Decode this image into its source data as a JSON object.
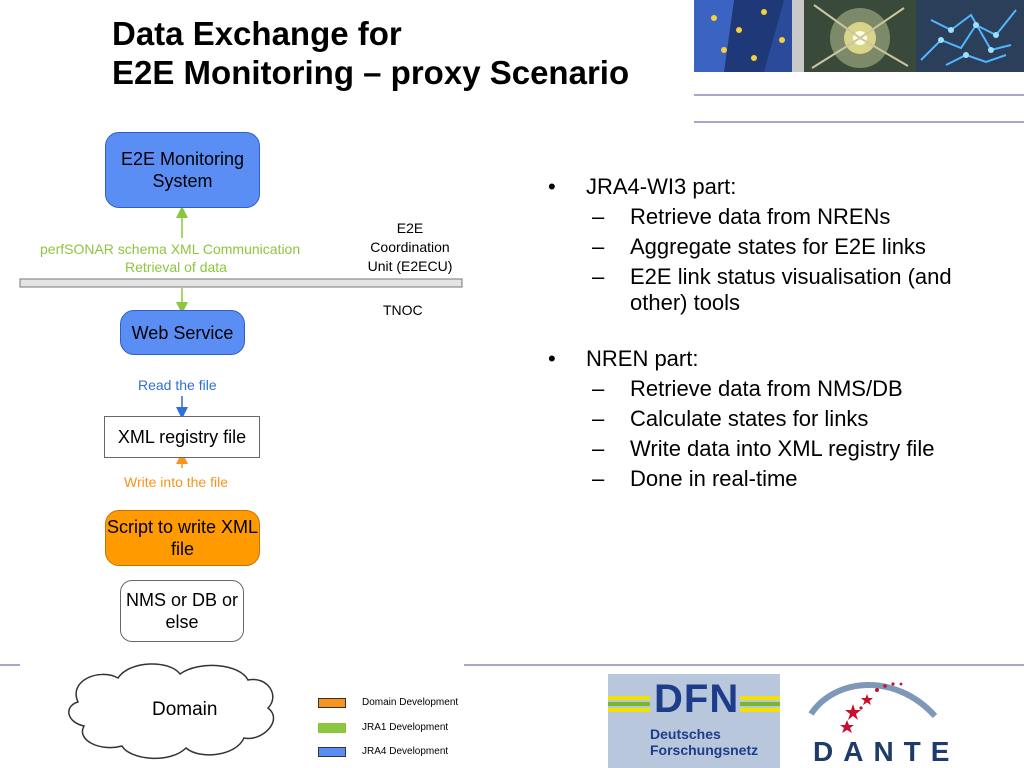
{
  "title": {
    "line1": "Data Exchange for",
    "line2": "E2E Monitoring – proxy Scenario"
  },
  "diagram": {
    "e2e_monitoring_system": "E2E Monitoring System",
    "perfsonar_label": "perfSONAR schema XML Communication",
    "retrieval_label": "Retrieval of data",
    "e2ecu_label": "E2E Coordination Unit (E2ECU)",
    "tnoc_label": "TNOC",
    "web_service": "Web Service",
    "read_label": "Read the file",
    "xml_registry": "XML registry file",
    "write_label": "Write into the file",
    "script": "Script to write XML file",
    "nms": "NMS or DB or else",
    "domain": "Domain",
    "legend": [
      {
        "label": "Domain Development",
        "color": "#f7941d"
      },
      {
        "label": "JRA1 Development",
        "color": "#8cc63e"
      },
      {
        "label": "JRA4 Development",
        "color": "#5b8ef5"
      }
    ]
  },
  "bullets": [
    {
      "text": "JRA4-WI3 part:",
      "subs": [
        "Retrieve data from NRENs",
        "Aggregate states for E2E links",
        "E2E link status visualisation (and other) tools"
      ]
    },
    {
      "text": "NREN part:",
      "subs": [
        "Retrieve data from NMS/DB",
        "Calculate states for links",
        "Write data into XML registry file",
        "Done in real-time"
      ]
    }
  ],
  "logos": {
    "dfn_main": "DFN",
    "dfn_line1": "Deutsches",
    "dfn_line2": "Forschungsnetz",
    "dante": "DANTE"
  },
  "symbols": {
    "bullet": "•",
    "dash": "–"
  },
  "colors": {
    "rule": "#a9a6cc",
    "blue": "#5b8ef5",
    "orange": "#ff9a00",
    "green": "#8cc63e"
  }
}
